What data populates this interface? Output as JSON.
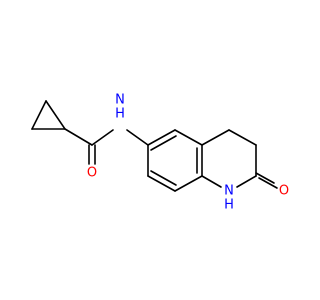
{
  "molecule": {
    "atoms": {
      "nh_amide": "N",
      "h_amide": "H",
      "o_amide": "O",
      "nh_ring": "N",
      "h_ring": "H",
      "o_ring": "O"
    },
    "colors": {
      "bond": "#000000",
      "nitrogen": "#0000ff",
      "oxygen": "#ff0000",
      "background": "#ffffff"
    }
  }
}
